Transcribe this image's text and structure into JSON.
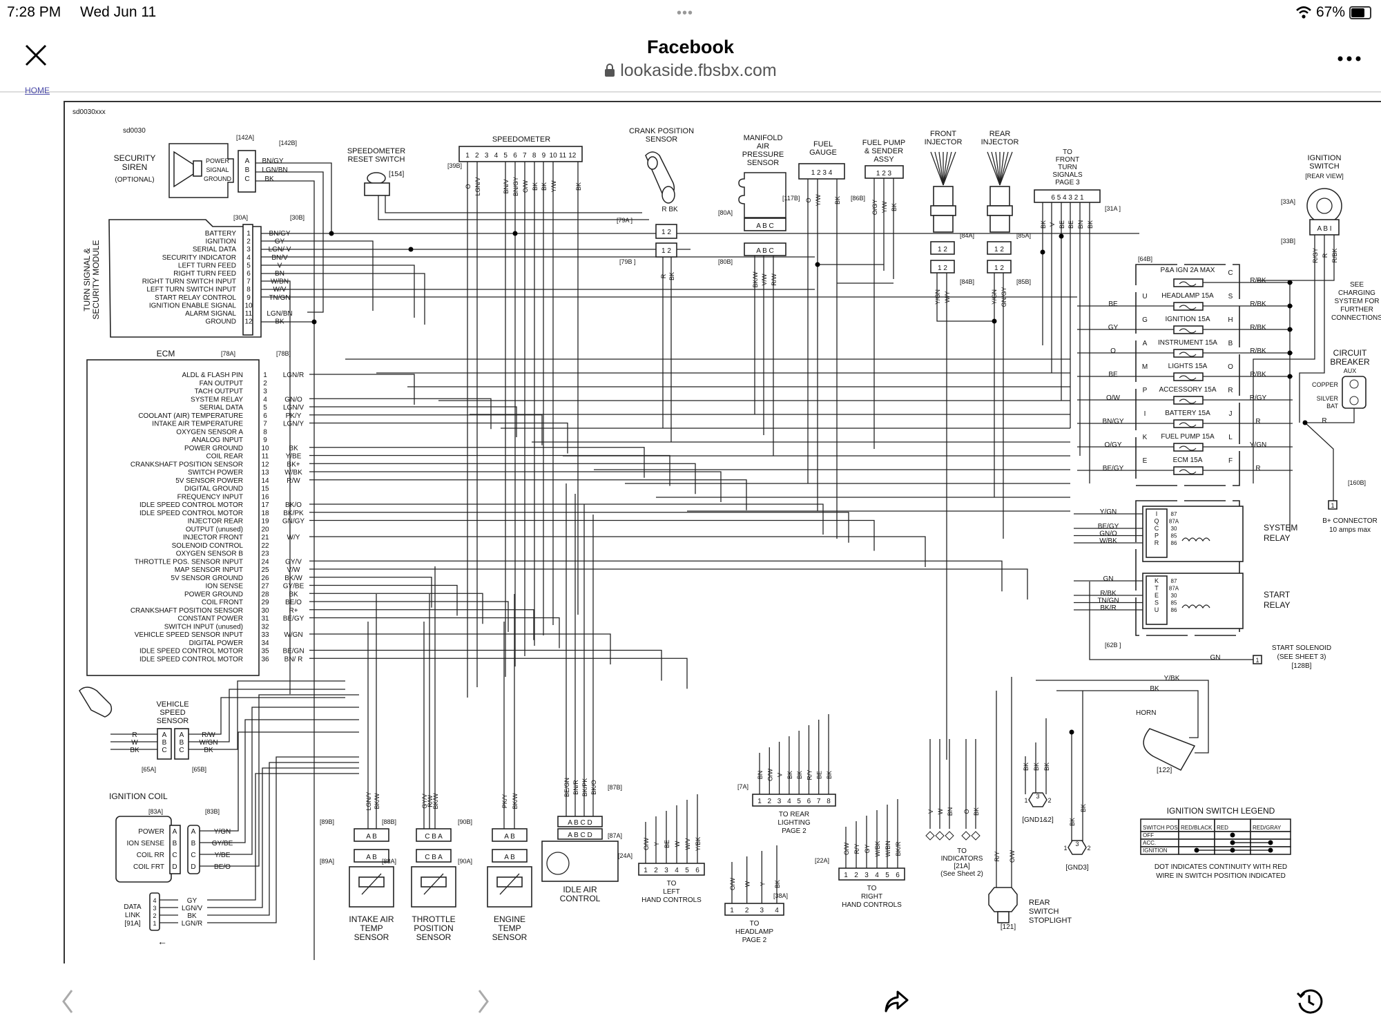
{
  "status_bar": {
    "time": "7:28 PM",
    "date": "Wed Jun 11",
    "battery": "67%",
    "battery_level": 0.67,
    "dots": "•••"
  },
  "nav": {
    "title": "Facebook",
    "url": "lookaside.fbsbx.com",
    "close_icon": "×",
    "more_icon": "•••",
    "lock_icon": "lock-icon"
  },
  "home_link": "HOME",
  "toolbar": {
    "back_icon": "‹",
    "forward_icon": "›",
    "share_icon": "share-icon",
    "history_icon": "history-icon"
  },
  "diagram": {
    "doc_id": "sd0030xxx",
    "sheet_id": "sd0030",
    "security_siren": {
      "title": [
        "SECURITY",
        "SIREN",
        "(OPTIONAL)"
      ],
      "pins": [
        {
          "pin": "A",
          "label": "POWER",
          "wire": "BN/GY"
        },
        {
          "pin": "B",
          "label": "SIGNAL",
          "wire": "LGN/BN"
        },
        {
          "pin": "C",
          "label": "GROUND",
          "wire": "BK"
        }
      ],
      "conn_a": "[142A]",
      "conn_b": "[142B]"
    },
    "speedometer_reset": {
      "title": [
        "SPEEDOMETER",
        "RESET SWITCH"
      ],
      "ref": "[154]"
    },
    "tssm": {
      "title": [
        "TURN SIGNAL &",
        "SECURITY MODULE"
      ],
      "conn_a": "[30A]",
      "conn_b": "[30B]",
      "pins": [
        {
          "n": "1",
          "label": "BATTERY",
          "wire": "BN/GY"
        },
        {
          "n": "2",
          "label": "IGNITION",
          "wire": "GY"
        },
        {
          "n": "3",
          "label": "SERIAL DATA",
          "wire": "LGN/ V"
        },
        {
          "n": "4",
          "label": "SECURITY INDICATOR",
          "wire": "BN/V"
        },
        {
          "n": "5",
          "label": "LEFT TURN FEED",
          "wire": "V"
        },
        {
          "n": "6",
          "label": "RIGHT TURN FEED",
          "wire": "BN"
        },
        {
          "n": "7",
          "label": "RIGHT TURN SWITCH INPUT",
          "wire": "W/BN"
        },
        {
          "n": "8",
          "label": "LEFT TURN SWITCH INPUT",
          "wire": "W/V"
        },
        {
          "n": "9",
          "label": "START RELAY CONTROL",
          "wire": "TN/GN"
        },
        {
          "n": "10",
          "label": "IGNITION ENABLE SIGNAL",
          "wire": ""
        },
        {
          "n": "11",
          "label": "ALARM SIGNAL",
          "wire": "LGN/BN"
        },
        {
          "n": "12",
          "label": "GROUND",
          "wire": "BK"
        }
      ]
    },
    "speedometer": {
      "title": "SPEEDOMETER",
      "ref": "[39B]",
      "pins": [
        "1",
        "2",
        "3",
        "4",
        "5",
        "6",
        "7",
        "8",
        "9",
        "10",
        "11",
        "12"
      ],
      "wires": [
        "O",
        "LGN/V",
        "BN/V",
        "BN/GY",
        "O/W",
        "BK",
        "BK",
        "Y/W",
        "BK"
      ]
    },
    "crank_sensor": {
      "title": [
        "CRANK POSITION",
        "SENSOR"
      ],
      "wires": [
        "R",
        "BK"
      ],
      "conn_a": "[79A ]",
      "conn_b": "[79B ]",
      "pins": [
        "1",
        "2"
      ]
    },
    "map_sensor": {
      "title": [
        "MANIFOLD",
        "AIR",
        "PRESSURE",
        "SENSOR"
      ],
      "conn_a": "[80A]",
      "conn_b": "[80B]",
      "ref": "[117B]",
      "pins": [
        "A",
        "B",
        "C"
      ],
      "wires": [
        "BK/W",
        "V/W",
        "R/W"
      ]
    },
    "fuel_gauge": {
      "title": [
        "FUEL",
        "GAUGE"
      ],
      "pins": [
        "1",
        "2",
        "3",
        "4"
      ],
      "wires": [
        "O",
        "Y/W",
        "BK"
      ]
    },
    "fuel_pump": {
      "title": [
        "FUEL PUMP",
        "& SENDER",
        "ASSY"
      ],
      "ref": "[86B]",
      "pins": [
        "1",
        "2",
        "3"
      ],
      "wires": [
        "O/GY",
        "Y/W",
        "BK"
      ]
    },
    "front_injector": {
      "title": [
        "FRONT",
        "INJECTOR"
      ],
      "conn_a": "[84A]",
      "conn_b": "[84B]",
      "pins": [
        "1",
        "2"
      ],
      "wires": [
        "Y/GN",
        "W/Y"
      ]
    },
    "rear_injector": {
      "title": [
        "REAR",
        "INJECTOR"
      ],
      "conn_a": "[85A]",
      "conn_b": "[85B]",
      "pins": [
        "1",
        "2"
      ],
      "wires": [
        "Y/GN",
        "GN/GY"
      ]
    },
    "front_turn": {
      "title": [
        "TO",
        "FRONT",
        "TURN",
        "SIGNALS",
        "PAGE  3"
      ],
      "ref": "[31A ]",
      "pins": [
        "6",
        "5",
        "4",
        "3",
        "2",
        "1"
      ],
      "wires": [
        "BK",
        "V",
        "BE",
        "BE",
        "BN",
        "BK"
      ]
    },
    "ignition_switch": {
      "title": [
        "IGNITION",
        "SWITCH",
        "[REAR VIEW]"
      ],
      "conn_a": "[33A]",
      "conn_b": "[33B]",
      "pins": [
        "A",
        "B",
        "I"
      ],
      "wires": [
        "R/GY",
        "R",
        "R/BK"
      ]
    },
    "ecm": {
      "title": "ECM",
      "conn_a": "[78A]",
      "conn_b": "[78B]",
      "pins": [
        {
          "n": "1",
          "label": "ALDL  & FLASH PIN",
          "wire": "LGN/R"
        },
        {
          "n": "2",
          "label": "FAN OUTPUT",
          "wire": ""
        },
        {
          "n": "3",
          "label": "TACH OUTPUT",
          "wire": ""
        },
        {
          "n": "4",
          "label": "SYSTEM RELAY",
          "wire": "GN/O"
        },
        {
          "n": "5",
          "label": "SERIAL DATA",
          "wire": "LGN/V"
        },
        {
          "n": "6",
          "label": "COOLANT (AIR) TEMPERATURE",
          "wire": "PK/Y"
        },
        {
          "n": "7",
          "label": "INTAKE AIR TEMPERATURE",
          "wire": "LGN/Y"
        },
        {
          "n": "8",
          "label": "OXYGEN SENSOR A",
          "wire": ""
        },
        {
          "n": "9",
          "label": "ANALOG INPUT",
          "wire": ""
        },
        {
          "n": "10",
          "label": "POWER GROUND",
          "wire": "BK"
        },
        {
          "n": "11",
          "label": "COIL REAR",
          "wire": "Y/BE"
        },
        {
          "n": "12",
          "label": "CRANKSHAFT POSITION SENSOR",
          "wire": "BK+"
        },
        {
          "n": "13",
          "label": "SWITCH POWER",
          "wire": "W/BK"
        },
        {
          "n": "14",
          "label": "5V SENSOR POWER",
          "wire": "R/W"
        },
        {
          "n": "15",
          "label": "DIGITAL GROUND",
          "wire": ""
        },
        {
          "n": "16",
          "label": "FREQUENCY INPUT",
          "wire": ""
        },
        {
          "n": "17",
          "label": "IDLE SPEED CONTROL MOTOR",
          "wire": "BK/O"
        },
        {
          "n": "18",
          "label": "IDLE SPEED CONTROL MOTOR",
          "wire": "BK/PK"
        },
        {
          "n": "19",
          "label": "INJECTOR REAR",
          "wire": "GN/GY"
        },
        {
          "n": "20",
          "label": "OUTPUT (unused)",
          "wire": ""
        },
        {
          "n": "21",
          "label": "INJECTOR FRONT",
          "wire": "W/Y"
        },
        {
          "n": "22",
          "label": "SOLENOID CONTROL",
          "wire": ""
        },
        {
          "n": "23",
          "label": "OXYGEN SENSOR B",
          "wire": ""
        },
        {
          "n": "24",
          "label": "THROTTLE POS. SENSOR INPUT",
          "wire": "GY/V"
        },
        {
          "n": "25",
          "label": "MAP SENSOR INPUT",
          "wire": "V/W"
        },
        {
          "n": "26",
          "label": "5V SENSOR GROUND",
          "wire": "BK/W"
        },
        {
          "n": "27",
          "label": "ION SENSE",
          "wire": "GY/BE"
        },
        {
          "n": "28",
          "label": "POWER GROUND",
          "wire": "BK"
        },
        {
          "n": "29",
          "label": "COIL FRONT",
          "wire": "BE/O"
        },
        {
          "n": "30",
          "label": "CRANKSHAFT POSITION SENSOR",
          "wire": "R+"
        },
        {
          "n": "31",
          "label": "CONSTANT POWER",
          "wire": "BE/GY"
        },
        {
          "n": "32",
          "label": "SWITCH INPUT (unused)",
          "wire": ""
        },
        {
          "n": "33",
          "label": "VEHICLE SPEED SENSOR INPUT",
          "wire": "W/GN"
        },
        {
          "n": "34",
          "label": "DIGITAL POWER",
          "wire": ""
        },
        {
          "n": "35",
          "label": "IDLE SPEED CONTROL MOTOR",
          "wire": "BE/GN"
        },
        {
          "n": "36",
          "label": "IDLE SPEED CONTROL MOTOR",
          "wire": "BN/ R"
        }
      ]
    },
    "fuse_block": {
      "ref": "[64B]",
      "fuses": [
        {
          "in_pin": "",
          "name": "P&A IGN 2A MAX",
          "out_pin": "C",
          "in_wire": "",
          "out_wire": "R/BK"
        },
        {
          "in_pin": "U",
          "name": "HEADLAMP  15A",
          "out_pin": "S",
          "in_wire": "BE",
          "out_wire": "R/BK"
        },
        {
          "in_pin": "G",
          "name": "IGNITION  15A",
          "out_pin": "H",
          "in_wire": "GY",
          "out_wire": "R/BK"
        },
        {
          "in_pin": "A",
          "name": "INSTRUMENT 15A",
          "out_pin": "B",
          "in_wire": "O",
          "out_wire": "R/BK"
        },
        {
          "in_pin": "M",
          "name": "LIGHTS    15A",
          "out_pin": "O",
          "in_wire": "BE",
          "out_wire": "R/BK"
        },
        {
          "in_pin": "P",
          "name": "ACCESSORY 15A",
          "out_pin": "R",
          "in_wire": "O/W",
          "out_wire": "R/GY"
        },
        {
          "in_pin": "I",
          "name": "BATTERY   15A",
          "out_pin": "J",
          "in_wire": "BN/GY",
          "out_wire": "R"
        },
        {
          "in_pin": "K",
          "name": "FUEL PUMP 15A",
          "out_pin": "L",
          "in_wire": "O/GY",
          "out_wire": "Y/GN"
        },
        {
          "in_pin": "E",
          "name": "ECM       15A",
          "out_pin": "F",
          "in_wire": "BE/GY",
          "out_wire": "R"
        }
      ]
    },
    "charging_note": [
      "SEE",
      "CHARGING",
      "SYSTEM FOR",
      "FURTHER",
      "CONNECTIONS"
    ],
    "circuit_breaker": {
      "title": [
        "CIRCUIT",
        "BREAKER",
        "AUX"
      ],
      "copper": "COPPER",
      "silver": [
        "SILVER",
        "BAT"
      ],
      "wire": "R"
    },
    "b_plus": {
      "ref": "[160B]",
      "pin": "1",
      "label": [
        "B+ CONNECTOR",
        "10 amps max"
      ]
    },
    "system_relay": {
      "title": [
        "SYSTEM",
        "RELAY"
      ],
      "pins": [
        "I",
        "Q",
        "C",
        "P",
        "R"
      ],
      "terms": [
        "87",
        "87A",
        "30",
        "85",
        "86"
      ],
      "wires": [
        "Y/GN",
        "",
        "BE/GY",
        "GN/O",
        "W/BK"
      ]
    },
    "start_relay": {
      "title": [
        "START",
        "RELAY"
      ],
      "pins": [
        "K",
        "T",
        "E",
        "S",
        "U"
      ],
      "terms": [
        "87",
        "87A",
        "30",
        "85",
        "86"
      ],
      "wires": [
        "GN",
        "",
        "R/BK",
        "TN/GN",
        "BK/R"
      ]
    },
    "start_solenoid": {
      "ref_62b": "[62B ]",
      "wire": "GN",
      "pin": "1",
      "title": [
        "START SOLENOID",
        "(SEE SHEET 3)",
        "[128B]"
      ]
    },
    "horn": {
      "title": "HORN",
      "ref": "[122]",
      "wires": [
        "Y/BK",
        "BK"
      ]
    },
    "vss": {
      "title": [
        "VEHICLE",
        "SPEED",
        "SENSOR"
      ],
      "pins": [
        "A",
        "B",
        "C"
      ],
      "left_wires": [
        "R",
        "W",
        "BK"
      ],
      "right_wires": [
        "R/W",
        "W/GN",
        "BK"
      ],
      "conn_a": "[65A]",
      "conn_b": "[65B]"
    },
    "ign_coil": {
      "title": "IGNITION COIL",
      "conn_a": "[83A]",
      "conn_b": "[83B]",
      "pins": [
        {
          "pin": "A",
          "label": "POWER",
          "wire": "Y/GN"
        },
        {
          "pin": "B",
          "label": "ION SENSE",
          "wire": "GY/BE"
        },
        {
          "pin": "C",
          "label": "COIL RR",
          "wire": "Y/BE"
        },
        {
          "pin": "D",
          "label": "COIL FRT",
          "wire": "BE/O"
        }
      ]
    },
    "data_link": {
      "title": [
        "DATA",
        "LINK",
        "[91A]"
      ],
      "pins": [
        {
          "n": "4",
          "wire": "GY"
        },
        {
          "n": "3",
          "wire": "LGN/V"
        },
        {
          "n": "2",
          "wire": "BK"
        },
        {
          "n": "1",
          "wire": "LGN/R"
        }
      ]
    },
    "iat": {
      "title": [
        "INTAKE AIR",
        "TEMP",
        "SENSOR"
      ],
      "conn_a": "[89A]",
      "conn_b": "[89B]",
      "pins": [
        "A",
        "B"
      ],
      "wires": [
        "LGN/Y",
        "BK/W"
      ]
    },
    "tps": {
      "title": [
        "THROTTLE",
        "POSITION",
        "SENSOR"
      ],
      "conn_a": "[88A]",
      "conn_b": "[88B]",
      "pins": [
        "C",
        "B",
        "A"
      ],
      "wires": [
        "GY/V",
        "R/W",
        "BK/W"
      ]
    },
    "ets": {
      "title": [
        "ENGINE",
        "TEMP",
        "SENSOR"
      ],
      "conn_a": "[90A]",
      "conn_b": "[90B]",
      "pins": [
        "A",
        "B"
      ],
      "wires": [
        "PK/Y",
        "BK/W"
      ]
    },
    "iac": {
      "title": [
        "IDLE AIR",
        "CONTROL"
      ],
      "conn_a": "[87A]",
      "conn_b": "[87B]",
      "pins": [
        "A",
        "B",
        "C",
        "D"
      ],
      "wires": [
        "BE/GN",
        "BN/R",
        "BK/PK",
        "BK/O"
      ]
    },
    "left_hand": {
      "title": [
        "TO",
        "LEFT",
        "HAND CONTROLS"
      ],
      "ref": "[24A]",
      "pins": [
        "1",
        "2",
        "3",
        "4",
        "5",
        "6"
      ],
      "wires": [
        "O/W",
        "Y",
        "BE",
        "W",
        "W/V",
        "Y/BK"
      ]
    },
    "headlamp": {
      "title": [
        "TO",
        "HEADLAMP",
        "PAGE  2"
      ],
      "ref": "[38A]",
      "pins": [
        "1",
        "2",
        "3",
        "4"
      ],
      "wires": [
        "O/W",
        "W",
        "Y",
        "BK"
      ]
    },
    "rear_lighting": {
      "title": [
        "TO REAR",
        "LIGHTING",
        "PAGE  2"
      ],
      "ref": "[7A]",
      "pins": [
        "1",
        "2",
        "3",
        "4",
        "5",
        "6",
        "7",
        "8"
      ],
      "wires": [
        "BN",
        "O/W",
        "V",
        "BK",
        "BK",
        "R/Y",
        "BE",
        "BK"
      ]
    },
    "right_hand": {
      "title": [
        "TO",
        "RIGHT",
        "HAND CONTROLS"
      ],
      "ref": "[22A]",
      "pins": [
        "1",
        "2",
        "3",
        "4",
        "5",
        "6"
      ],
      "wires": [
        "O/W",
        "R/Y",
        "GY",
        "W/BK",
        "W/BN",
        "BK/R"
      ]
    },
    "indicators": {
      "title": [
        "TO",
        "INDICATORS",
        "[21A]",
        "(See Sheet 2)"
      ],
      "wires": [
        "V",
        "W",
        "BN",
        "O",
        "BK"
      ]
    },
    "stoplight": {
      "title": [
        "REAR",
        "SWITCH",
        "STOPLIGHT"
      ],
      "ref": "[121]",
      "wires": [
        "R/Y",
        "O/W"
      ]
    },
    "gnd12": {
      "label": "[GND1&2]",
      "pins": [
        "1",
        "3",
        "2"
      ],
      "wires": [
        "BK",
        "BK",
        "BK"
      ]
    },
    "gnd3": {
      "label": "[GND3]",
      "pins": [
        "1",
        "3",
        "2"
      ],
      "wires": [
        "BK",
        "BK"
      ]
    },
    "legend": {
      "title": "IGNITION SWITCH LEGEND",
      "headers": [
        "SWITCH POSITION",
        "RED/BLACK",
        "RED",
        "RED/GRAY"
      ],
      "rows": [
        {
          "pos": "OFF",
          "dots": [
            false,
            true,
            false
          ]
        },
        {
          "pos": "ACC.",
          "dots": [
            false,
            true,
            true
          ]
        },
        {
          "pos": "IGNITION",
          "dots": [
            true,
            true,
            true
          ]
        }
      ],
      "note": [
        "DOT INDICATES CONTINUITY WITH RED",
        "WIRE IN SWITCH POSITION INDICATED"
      ]
    }
  }
}
